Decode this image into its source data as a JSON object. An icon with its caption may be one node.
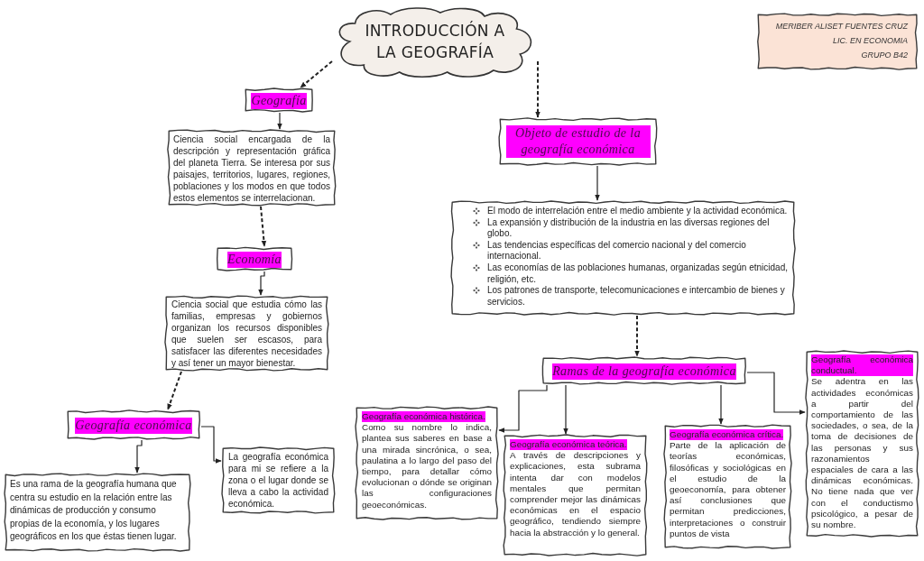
{
  "diagram": {
    "nodes": [
      {
        "text": [
          "INTRODUCCIÓN A LA GEOGRAFÍA"
        ]
      },
      {
        "text": [
          "Geografía"
        ]
      },
      {
        "text": [
          "Ciencia social encargada de la descripción y representación gráfica del planeta Tierra. Se interesa por sus paisajes, territorios, lugares, regiones, poblaciones y los modos en que todos estos elementos se interrelacionan."
        ]
      },
      {
        "text": [
          "Economía"
        ]
      },
      {
        "text": [
          "Ciencia social que estudia cómo las familias, empresas y gobiernos organizan los recursos disponibles que suelen ser escasos, para satisfacer las diferentes necesidades y así tener un mayor bienestar."
        ]
      },
      {
        "text": [
          "Geografía económica"
        ]
      },
      {
        "text": [
          "Es una rama de la geografía humana que centra su estudio en la relación entre las dinámicas de producción y consumo propias de la economía, y los lugares geográficos en los que éstas tienen lugar."
        ]
      },
      {
        "text": [
          "La geografía económica para mi se refiere a la zona o el lugar donde se lleva a cabo la actividad económica."
        ]
      },
      {
        "text": [
          "Objeto de estudio de la geografía económica"
        ]
      },
      {
        "text": [
          "El modo de interrelación entre el medio ambiente y la actividad económica.",
          "La expansión y distribución de la industria en las diversas regiones del globo.",
          "Las tendencias específicas del comercio nacional y del comercio internacional.",
          "Las economías de las poblaciones humanas, organizadas según etnicidad, religión, etc.",
          "Los patrones de transporte, telecomunicaciones e intercambio de bienes y servicios."
        ]
      },
      {
        "text": [
          "Ramas de la geografía económica"
        ]
      },
      {
        "text": [
          "Geografía económica histórica.",
          "Como su nombre lo indica, plantea sus saberes en base a una mirada sincrónica, o sea, paulatina a lo largo del paso del tiempo, para detallar cómo evolucionan o dónde se originan las configuraciones geoeconómicas."
        ]
      },
      {
        "text": [
          "Geografía económica teórica.",
          "A través de descripciones y explicaciones, esta subrama intenta dar con modelos mentales que permitan comprender mejor las dinámicas económicas en el espacio geográfico, tendiendo siempre hacia la abstracción y lo general."
        ]
      },
      {
        "text": [
          "Geografía económica crítica.",
          "Parte de la aplicación de teorías económicas, filosóficas y sociológicas en el estudio de la geoeconomía, para obtener así conclusiones que permitan predicciones, interpretaciones o construir puntos de vista"
        ]
      },
      {
        "text": [
          "Geografía económica conductual.",
          "Se adentra en las actividades económicas a partir del comportamiento de las sociedades, o sea, de la toma de decisiones de las personas y sus razonamientos espaciales de cara a las dinámicas económicas. No tiene nada que ver con el conductismo psicológico, a pesar de su nombre."
        ]
      },
      {
        "text": [
          "MERIBER ALISET FUENTES CRUZ",
          "LIC. EN ECONOMIA",
          "GRUPO B42"
        ]
      }
    ],
    "edges": [
      {
        "from": 0,
        "to": 1,
        "arrow": "to",
        "style": "dashed"
      },
      {
        "from": 0,
        "to": 8,
        "arrow": "to",
        "style": "dashed"
      },
      {
        "from": 1,
        "to": 2,
        "arrow": "to"
      },
      {
        "from": 2,
        "to": 3,
        "arrow": "to",
        "style": "dashed"
      },
      {
        "from": 3,
        "to": 4,
        "arrow": "to"
      },
      {
        "from": 4,
        "to": 5,
        "arrow": "to",
        "style": "dashed"
      },
      {
        "from": 5,
        "to": 6,
        "arrow": "to"
      },
      {
        "from": 5,
        "to": 7,
        "arrow": "to"
      },
      {
        "from": 8,
        "to": 9,
        "arrow": "to"
      },
      {
        "from": 9,
        "to": 10,
        "arrow": "to",
        "style": "dashed"
      },
      {
        "from": 10,
        "to": 11,
        "arrow": "to"
      },
      {
        "from": 10,
        "to": 12,
        "arrow": "to"
      },
      {
        "from": 10,
        "to": 13,
        "arrow": "to"
      },
      {
        "from": 10,
        "to": 14,
        "arrow": "to"
      }
    ]
  }
}
